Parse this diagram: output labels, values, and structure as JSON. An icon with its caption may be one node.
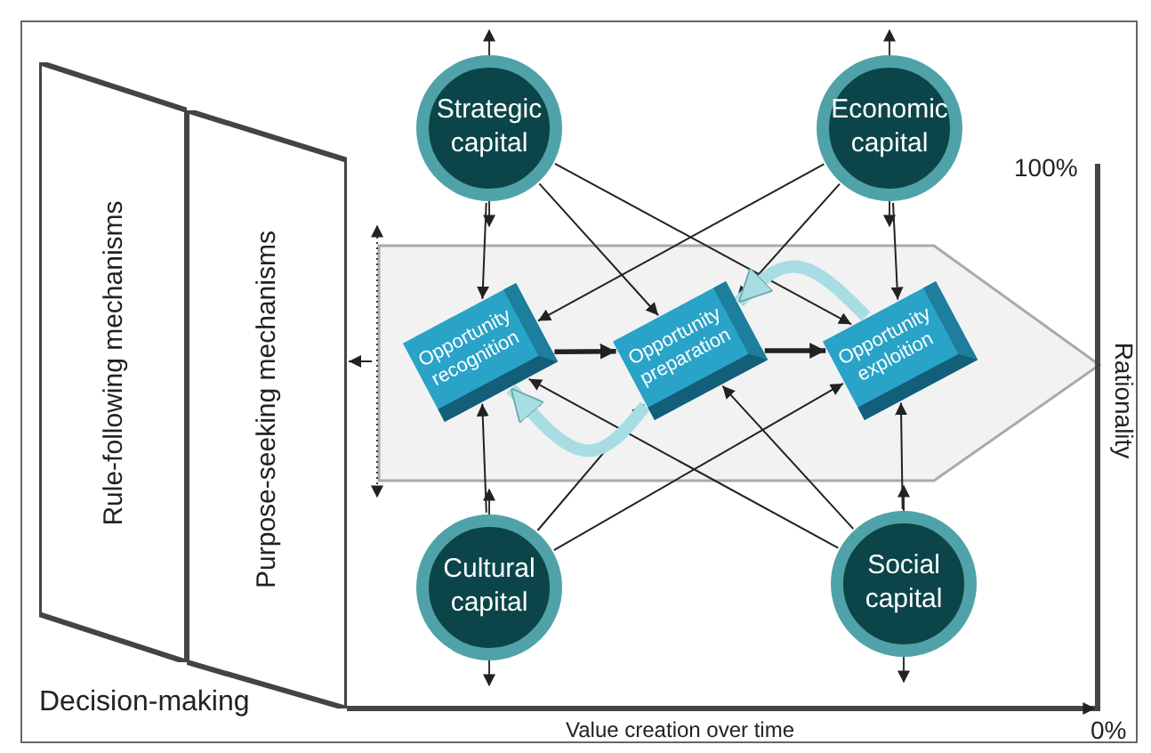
{
  "diagram": {
    "nodes": [
      {
        "text": [
          "Rule-following mechanisms"
        ]
      },
      {
        "text": [
          "Purpose-seeking mechanisms"
        ]
      },
      {
        "text": [
          "Strategic capital"
        ]
      },
      {
        "text": [
          "Economic capital"
        ]
      },
      {
        "text": [
          "Cultural capital"
        ]
      },
      {
        "text": [
          "Social capital"
        ]
      },
      {
        "text": [
          "Opportunity recognition"
        ]
      },
      {
        "text": [
          "Opportunity preparation"
        ]
      },
      {
        "text": [
          "Opportunity exploition"
        ]
      }
    ],
    "edges": [
      {
        "from": 2,
        "to": 6,
        "arrow": "to"
      },
      {
        "from": 2,
        "to": 7,
        "arrow": "to"
      },
      {
        "from": 2,
        "to": 8,
        "arrow": "to"
      },
      {
        "from": 3,
        "to": 6,
        "arrow": "to"
      },
      {
        "from": 3,
        "to": 7,
        "arrow": "to"
      },
      {
        "from": 3,
        "to": 8,
        "arrow": "to"
      },
      {
        "from": 4,
        "to": 6,
        "arrow": "to"
      },
      {
        "from": 4,
        "to": 7,
        "arrow": "to"
      },
      {
        "from": 4,
        "to": 8,
        "arrow": "to"
      },
      {
        "from": 5,
        "to": 6,
        "arrow": "to"
      },
      {
        "from": 5,
        "to": 7,
        "arrow": "to"
      },
      {
        "from": 5,
        "to": 8,
        "arrow": "to"
      },
      {
        "from": 6,
        "to": 7,
        "arrow": "to",
        "style": "thick"
      },
      {
        "from": 7,
        "to": 8,
        "arrow": "to",
        "style": "thick"
      },
      {
        "from": 7,
        "to": 6,
        "arrow": "to",
        "style": "thick",
        "color": "#a8dde3"
      },
      {
        "from": 8,
        "to": 7,
        "arrow": "to",
        "style": "thick",
        "color": "#a8dde3"
      },
      {
        "from": null,
        "to": 1,
        "arrow": "to"
      }
    ],
    "labels": [
      "Decision-making",
      "Value creation over time",
      "100%",
      "Rationality",
      "0%"
    ]
  }
}
